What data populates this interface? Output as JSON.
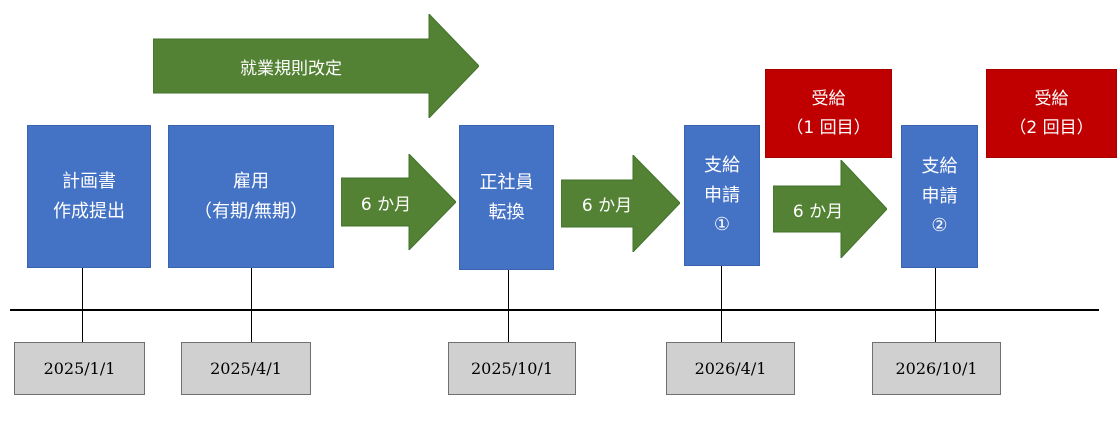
{
  "colors": {
    "box_blue": "#4472c4",
    "arrow_green": "#548235",
    "receipt_red": "#c00000",
    "date_gray": "#d0d0d0"
  },
  "top_arrow": {
    "label": "就業規則改定"
  },
  "steps": [
    {
      "line1": "計画書",
      "line2": "作成提出"
    },
    {
      "line1": "雇用",
      "line2": "（有期/無期）"
    },
    {
      "line1": "正社員",
      "line2": "転換"
    },
    {
      "line1": "支給",
      "line2": "申請",
      "line3": "①"
    },
    {
      "line1": "支給",
      "line2": "申請",
      "line3": "②"
    }
  ],
  "period_arrows": [
    "6 か月",
    "6 か月",
    "6 か月"
  ],
  "receipts": [
    {
      "line1": "受給",
      "line2": "（1 回目）"
    },
    {
      "line1": "受給",
      "line2": "（2 回目）"
    }
  ],
  "dates": [
    "2025/1/1",
    "2025/4/1",
    "2025/10/1",
    "2026/4/1",
    "2026/10/1"
  ]
}
